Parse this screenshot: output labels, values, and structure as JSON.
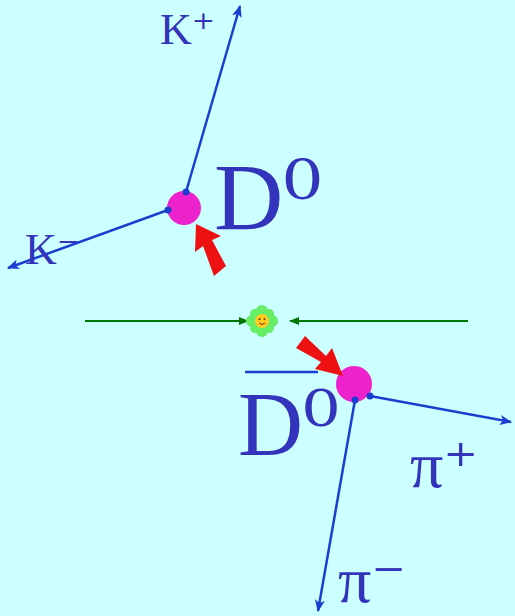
{
  "diagram": {
    "labels": [
      "K⁺",
      "K⁻",
      "D⁰",
      "D⁰",
      "π⁺",
      "π⁻"
    ]
  }
}
